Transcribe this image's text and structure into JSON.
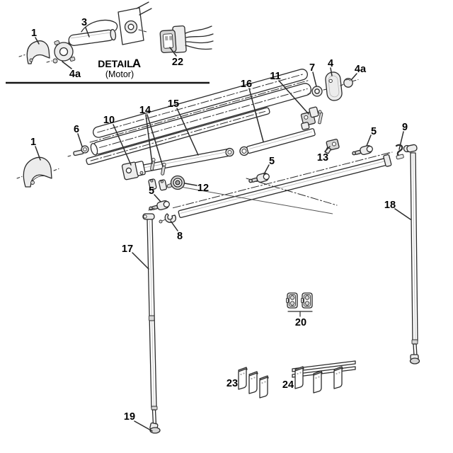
{
  "colors": {
    "line": "#2b2b2b",
    "label": "#000000",
    "fill_light": "#ececec",
    "background": "#ffffff"
  },
  "detail": {
    "title_word": "DETAIL",
    "title_letter": "A",
    "subtitle": "(Motor)",
    "callouts": [
      "1",
      "3",
      "4a",
      "22"
    ]
  },
  "diagram": {
    "callouts": [
      "1",
      "6",
      "10",
      "14",
      "15",
      "16",
      "11",
      "7",
      "4",
      "4a",
      "5",
      "9",
      "13",
      "5",
      "12",
      "5",
      "8",
      "17",
      "18",
      "19",
      "20",
      "23",
      "24"
    ]
  }
}
